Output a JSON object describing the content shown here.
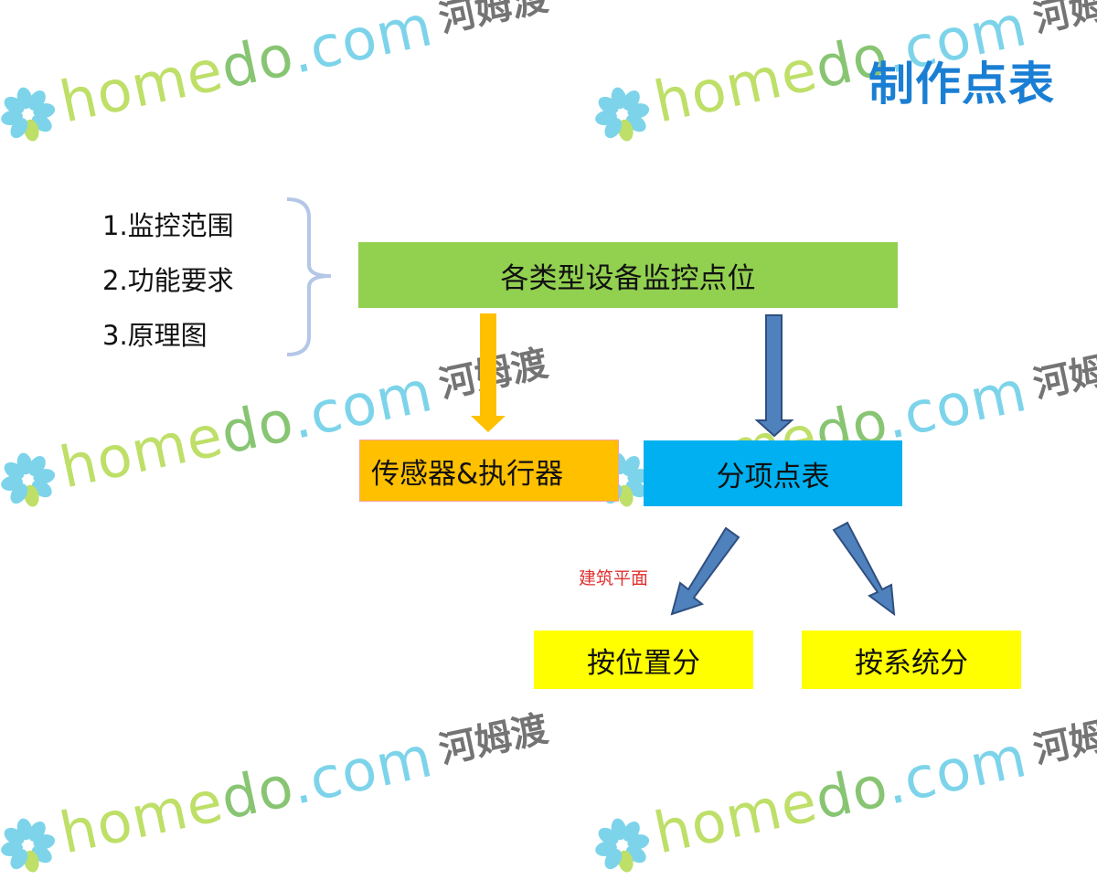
{
  "title": "制作点表",
  "inputs": [
    "1.监控范围",
    "2.功能要求",
    "3.原理图"
  ],
  "main_box": "各类型设备监控点位",
  "sensors_box": "传感器&执行器",
  "points_box": "分项点表",
  "annotation": "建筑平面",
  "by_location": "按位置分",
  "by_system": "按系统分",
  "watermark": {
    "domain": "homedo.com",
    "brand": "河姆渡"
  },
  "colors": {
    "green": "#92d050",
    "orange": "#ffc000",
    "blue": "#00b0f0",
    "yellow": "#ffff00",
    "arrow_blue": "#4f81bd",
    "brace": "#b4c7e7"
  }
}
